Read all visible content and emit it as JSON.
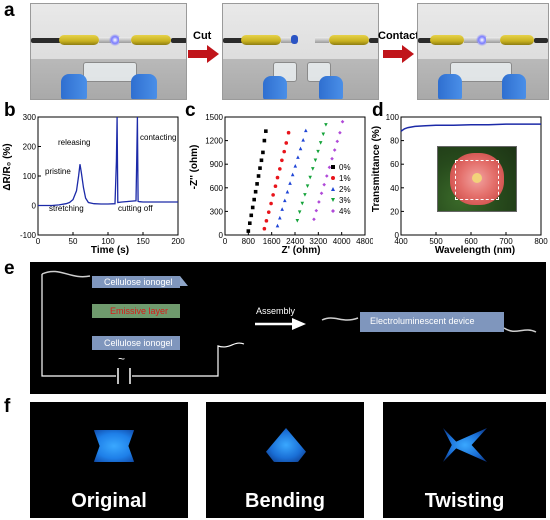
{
  "panel_labels": {
    "a": "a",
    "b": "b",
    "c": "c",
    "d": "d",
    "e": "e",
    "f": "f"
  },
  "panel_a": {
    "arrow_cut": "Cut",
    "arrow_contact": "Contact"
  },
  "panel_b": {
    "annotations": {
      "releasing": "releasing",
      "pristine": "pristine",
      "stretching": "stretching",
      "cutting_off": "cutting off",
      "contacting": "contacting"
    }
  },
  "panel_e": {
    "layer_top": "Cellulose ionogel",
    "layer_mid": "Emissive layer",
    "layer_bottom": "Cellulose ionogel",
    "assembly": "Assembly",
    "device": "Electroluminescent device",
    "ac_symbol": "~"
  },
  "panel_f": {
    "captions": [
      "Original",
      "Bending",
      "Twisting"
    ]
  },
  "colors": {
    "arrow_red": "#c0141a",
    "glow_blue": "#2e8fff",
    "line_blue": "#1c2aa8"
  },
  "chart_data": [
    {
      "id": "b",
      "type": "line",
      "xlabel": "Time (s)",
      "ylabel": "ΔR/R₀ (%)",
      "xlim": [
        0,
        200
      ],
      "ylim": [
        -100,
        300
      ],
      "xticks": [
        0,
        50,
        100,
        150,
        200
      ],
      "yticks": [
        -100,
        0,
        100,
        200,
        300
      ],
      "x": [
        0,
        10,
        20,
        30,
        40,
        45,
        50,
        55,
        58,
        60,
        62,
        65,
        68,
        72,
        80,
        90,
        100,
        110,
        112,
        113,
        114,
        120,
        130,
        140,
        141,
        142,
        143,
        145,
        150,
        160,
        170,
        180,
        190,
        200
      ],
      "y": [
        0,
        0,
        0,
        2,
        6,
        10,
        20,
        50,
        100,
        140,
        110,
        60,
        25,
        10,
        6,
        5,
        5,
        6,
        150,
        300,
        10,
        12,
        14,
        16,
        150,
        300,
        14,
        13,
        12,
        12,
        12,
        12,
        12,
        12
      ]
    },
    {
      "id": "c",
      "type": "scatter",
      "xlabel": "Z' (ohm)",
      "ylabel": "-Z'' (ohm)",
      "xlim": [
        0,
        4800
      ],
      "ylim": [
        0,
        1500
      ],
      "xticks": [
        0,
        800,
        1600,
        2400,
        3200,
        4000,
        4800
      ],
      "yticks": [
        0,
        300,
        600,
        900,
        1200,
        1500
      ],
      "series": [
        {
          "name": "0%",
          "color": "#000000",
          "marker": "square",
          "x": [
            800,
            850,
            900,
            950,
            1000,
            1050,
            1100,
            1150,
            1200,
            1250,
            1300,
            1350,
            1400
          ],
          "y": [
            50,
            150,
            250,
            350,
            450,
            550,
            650,
            750,
            850,
            950,
            1050,
            1200,
            1320
          ]
        },
        {
          "name": "1%",
          "color": "#e8141b",
          "marker": "circle",
          "x": [
            1350,
            1420,
            1500,
            1580,
            1650,
            1730,
            1800,
            1880,
            1950,
            2030,
            2100,
            2180
          ],
          "y": [
            80,
            180,
            290,
            400,
            510,
            620,
            730,
            840,
            950,
            1060,
            1170,
            1300
          ]
        },
        {
          "name": "2%",
          "color": "#1f45d6",
          "marker": "triangle-up",
          "x": [
            1800,
            1880,
            1960,
            2050,
            2140,
            2230,
            2320,
            2410,
            2500,
            2590,
            2680,
            2770
          ],
          "y": [
            120,
            220,
            330,
            440,
            550,
            660,
            770,
            880,
            990,
            1100,
            1210,
            1330
          ]
        },
        {
          "name": "3%",
          "color": "#14a33a",
          "marker": "triangle-down",
          "x": [
            2480,
            2560,
            2650,
            2740,
            2830,
            2920,
            3010,
            3100,
            3190,
            3280,
            3370,
            3460
          ],
          "y": [
            180,
            290,
            400,
            510,
            620,
            730,
            840,
            950,
            1060,
            1170,
            1280,
            1400
          ]
        },
        {
          "name": "4%",
          "color": "#b04ad8",
          "marker": "diamond",
          "x": [
            3050,
            3130,
            3220,
            3310,
            3400,
            3490,
            3580,
            3670,
            3760,
            3850,
            3940,
            4030
          ],
          "y": [
            200,
            310,
            420,
            530,
            640,
            750,
            860,
            970,
            1080,
            1190,
            1300,
            1440
          ]
        }
      ]
    },
    {
      "id": "d",
      "type": "line",
      "xlabel": "Wavelength (nm)",
      "ylabel": "Transmittance (%)",
      "xlim": [
        400,
        800
      ],
      "ylim": [
        0,
        100
      ],
      "xticks": [
        400,
        500,
        600,
        700,
        800
      ],
      "yticks": [
        0,
        20,
        40,
        60,
        80,
        100
      ],
      "x": [
        400,
        410,
        420,
        440,
        470,
        500,
        550,
        600,
        650,
        700,
        750,
        800
      ],
      "y": [
        88,
        90,
        91,
        92,
        92.5,
        93,
        93,
        93.5,
        93.5,
        94,
        94,
        94
      ]
    }
  ]
}
